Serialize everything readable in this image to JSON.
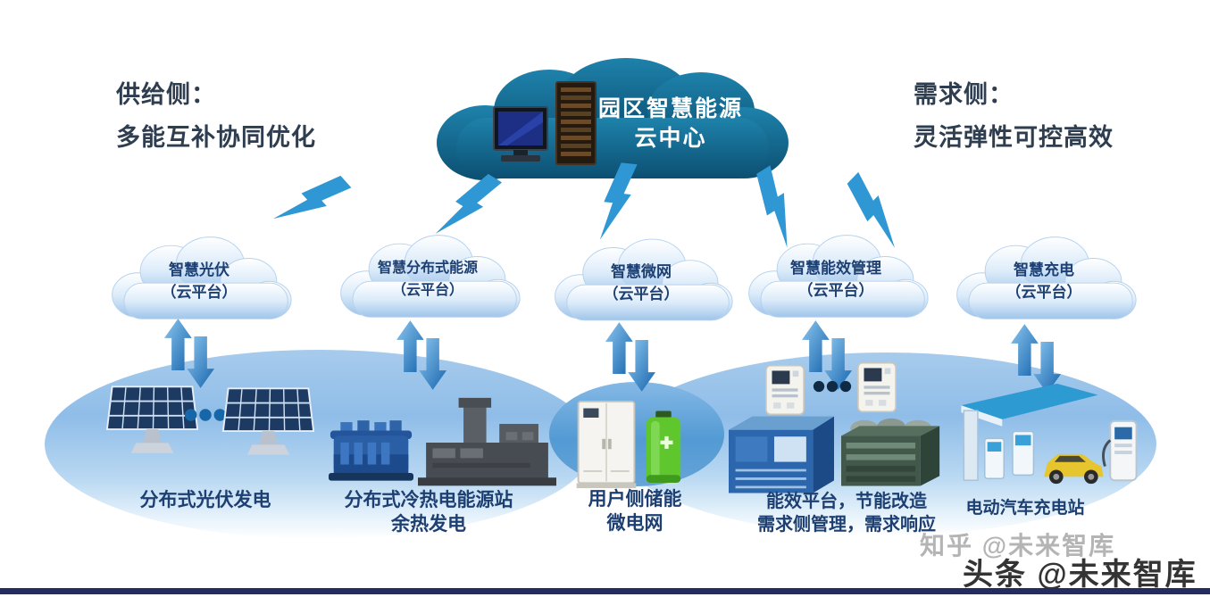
{
  "supply": {
    "title": "供给侧：",
    "desc": "多能互补协同优化"
  },
  "demand": {
    "title": "需求侧：",
    "desc": "灵活弹性可控高效"
  },
  "center_cloud": {
    "line1": "园区智慧能源",
    "line2": "云中心"
  },
  "clouds": [
    {
      "name": "智慧光伏",
      "platform": "（云平台）"
    },
    {
      "name": "智慧分布式能源",
      "platform": "（云平台）"
    },
    {
      "name": "智慧微网",
      "platform": "（云平台）"
    },
    {
      "name": "智慧能效管理",
      "platform": "（云平台）"
    },
    {
      "name": "智慧充电",
      "platform": "（云平台）"
    }
  ],
  "facilities": [
    {
      "line1": "分布式光伏发电"
    },
    {
      "line1": "分布式冷热电能源站",
      "line2": "余热发电"
    },
    {
      "line1": "用户侧储能",
      "line2": "微电网"
    },
    {
      "line1": "能效平台，节能改造",
      "line2": "需求侧管理，需求响应"
    },
    {
      "line1": "电动汽车充电站"
    }
  ],
  "watermarks": {
    "zhihu": "知乎 @未来智库",
    "toutiao": "头条 @未来智库"
  },
  "colors": {
    "center_cloud_fill": "#13678d",
    "platform_cloud_fill": "#cfe4f7",
    "cloud_text": "#1d3f72",
    "facility_text": "#1d3f72",
    "headline_text": "#2e3d4f",
    "lightning": "#2f98d4",
    "arrow": "#1f7fc4",
    "supply_ellipse": "#8fbde8",
    "center_ellipse": "#539ad4",
    "bottom_bar": "#232e5e",
    "watermark_gray": "#a2a2a2",
    "watermark_dark": "#343434"
  }
}
